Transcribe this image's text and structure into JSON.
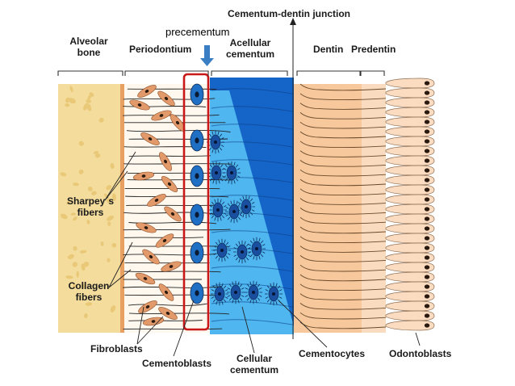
{
  "labels": {
    "cementum_dentin_junction": "Cementum-dentin junction",
    "precementum": "precementum",
    "alveolar_bone": [
      "Alveolar",
      "bone"
    ],
    "periodontium": "Periodontium",
    "acellular_cementum": [
      "Acellular",
      "cementum"
    ],
    "dentin": "Dentin",
    "predentin": "Predentin",
    "sharpeys_fibers": [
      "Sharpey´s",
      "fibers"
    ],
    "collagen_fibers": [
      "Collagen",
      "fibers"
    ],
    "fibroblasts": "Fibroblasts",
    "cementoblasts": "Cementoblasts",
    "cellular_cementum": [
      "Cellular",
      "cementum"
    ],
    "cementocytes": "Cementocytes",
    "odontoblasts": "Odontoblasts"
  },
  "colors": {
    "alveolar_bone": "#f3dc9c",
    "bone_speck": "#e9c877",
    "bone_edge": "#e8a060",
    "periodontium": "#fff8ee",
    "fibroblast": "#e39a6a",
    "cementoblast": "#1f6fc4",
    "acellular_cementum": "#1565c8",
    "cellular_cementum": "#4fb6f0",
    "cementocyte": "#1a4fa0",
    "dentin": "#f6c89c",
    "predentin": "#f9dcc0",
    "odontoblast": "#fbdcc0",
    "precementum_box": "#c81818",
    "arrow": "#3a7fc4"
  }
}
